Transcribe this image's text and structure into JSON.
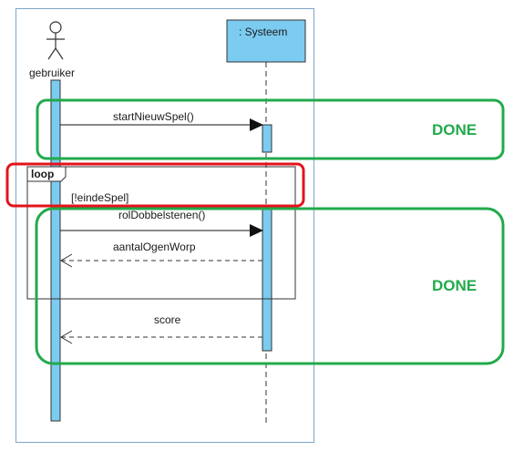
{
  "diagram": {
    "actor": {
      "label": "gebruiker"
    },
    "system": {
      "label": ": Systeem"
    },
    "messages": [
      {
        "label": "startNieuwSpel()",
        "kind": "sync"
      },
      {
        "label": "rolDobbelstenen()",
        "kind": "sync"
      },
      {
        "label": "aantalOgenWorp",
        "kind": "return"
      },
      {
        "label": "score",
        "kind": "return"
      }
    ],
    "loop": {
      "label": "loop",
      "guard": "[!eindeSpel]"
    }
  },
  "annotations": {
    "done_top": "DONE",
    "done_bottom": "DONE",
    "colors": {
      "green": "#22aa4c",
      "red": "#e3131b",
      "lifeline_fill": "#7ccbf0"
    }
  }
}
